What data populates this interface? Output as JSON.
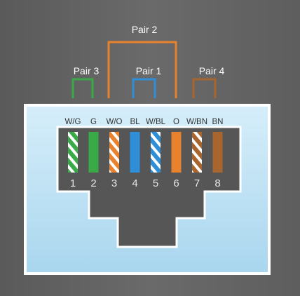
{
  "pairs": [
    {
      "label": "Pair 2",
      "color": "#e8822e"
    },
    {
      "label": "Pair 3",
      "color": "#3aaa49"
    },
    {
      "label": "Pair 1",
      "color": "#2e8fd8"
    },
    {
      "label": "Pair 4",
      "color": "#a8652e"
    }
  ],
  "pins": [
    {
      "number": "1",
      "wire": "W/G",
      "color": "#3aaa49",
      "striped": true
    },
    {
      "number": "2",
      "wire": "G",
      "color": "#3aaa49",
      "striped": false
    },
    {
      "number": "3",
      "wire": "W/O",
      "color": "#e8822e",
      "striped": true
    },
    {
      "number": "4",
      "wire": "BL",
      "color": "#2e8fd8",
      "striped": false
    },
    {
      "number": "5",
      "wire": "W/BL",
      "color": "#2e8fd8",
      "striped": true
    },
    {
      "number": "6",
      "wire": "O",
      "color": "#e8822e",
      "striped": false
    },
    {
      "number": "7",
      "wire": "W/BN",
      "color": "#a8652e",
      "striped": true
    },
    {
      "number": "8",
      "wire": "BN",
      "color": "#a8652e",
      "striped": false
    }
  ],
  "colors": {
    "jack_fill": "#b8dff2",
    "jack_border": "#ffffff",
    "cavity": "#565656"
  }
}
